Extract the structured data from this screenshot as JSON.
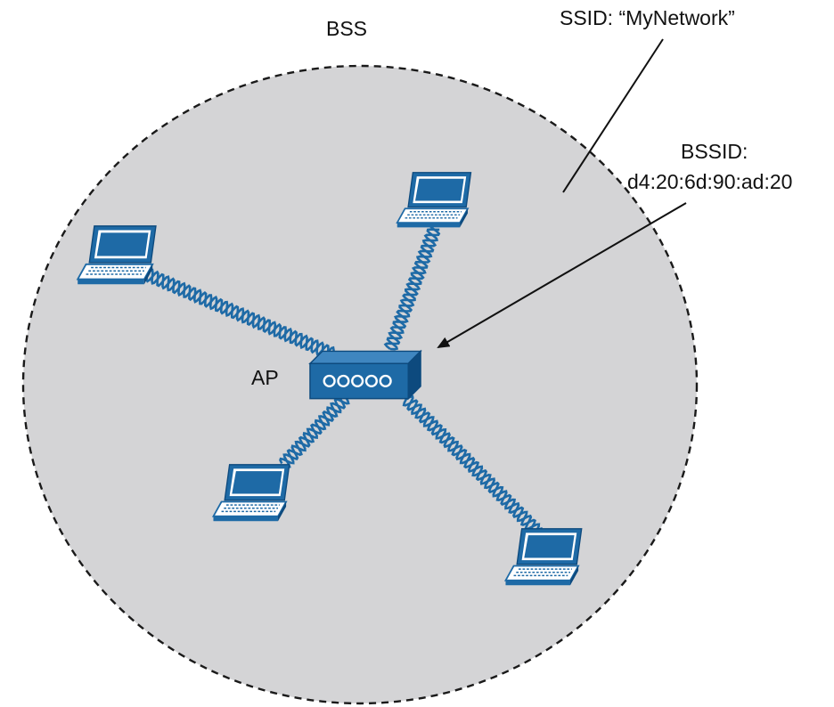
{
  "labels": {
    "bss": "BSS",
    "ssid": "SSID: “MyNetwork”",
    "bssid_title": "BSSID:",
    "bssid_value": "d4:20:6d:90:ad:20",
    "ap": "AP"
  },
  "colors": {
    "coverage_fill": "#d4d4d6",
    "coverage_border": "#1a1a1a",
    "device_blue": "#1e6aa6",
    "device_dark": "#0d4a7e",
    "wave_blue": "#1e6aa6",
    "text": "#111111"
  },
  "icons": [
    "access-point-icon",
    "laptop-icon",
    "radio-link-wave",
    "arrow-icon"
  ]
}
